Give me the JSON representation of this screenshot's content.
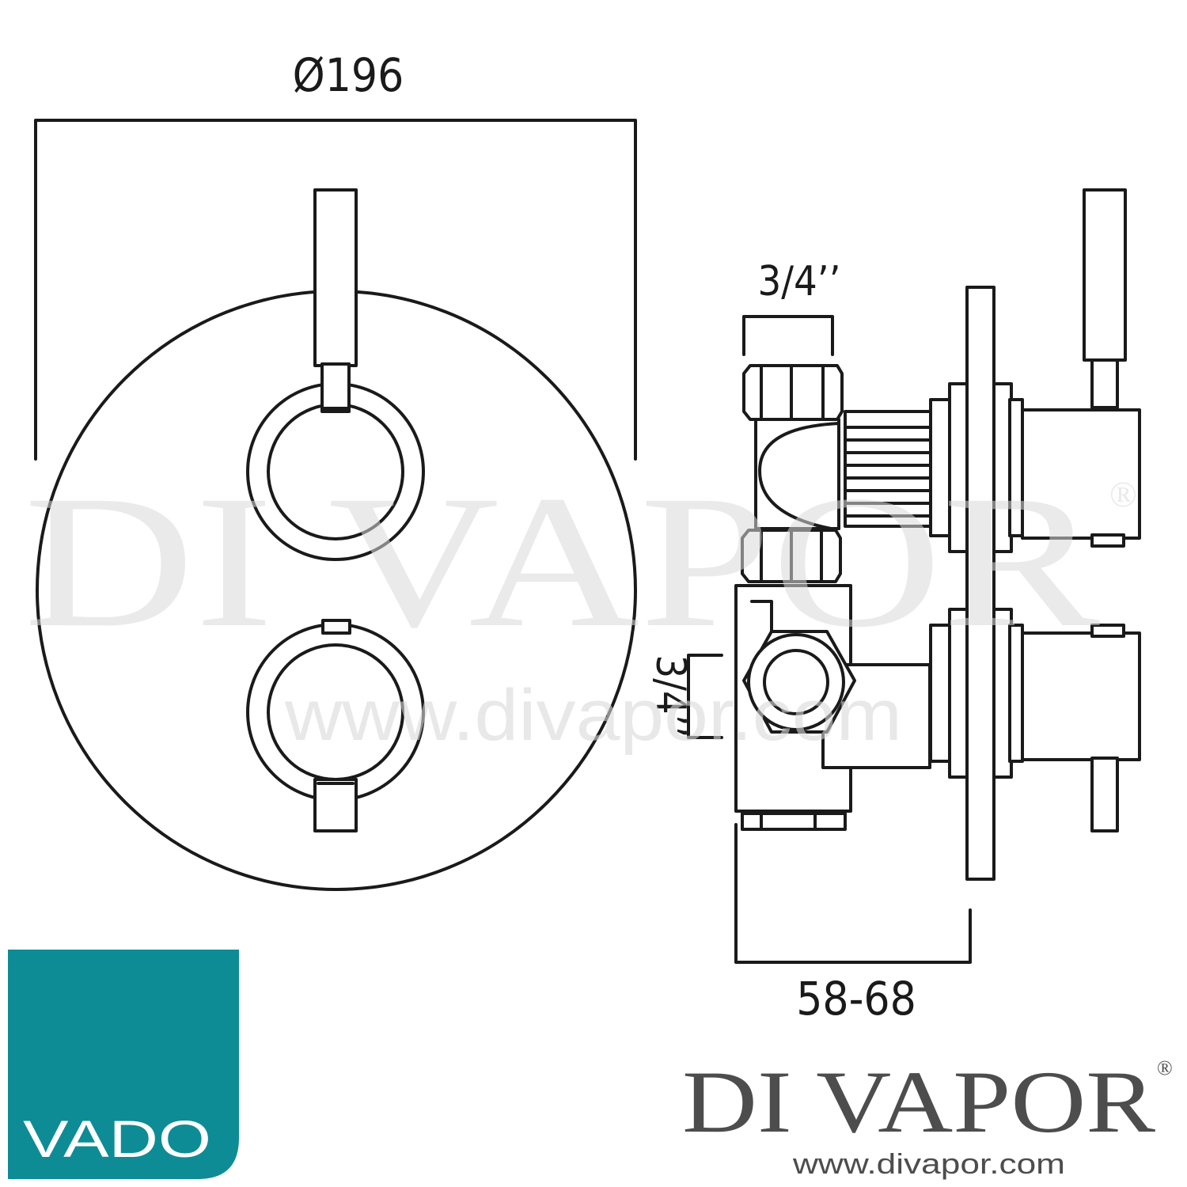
{
  "dimensions": {
    "diameter": "Ø196",
    "top_inlet": "3/4’’",
    "side_inlet": "3/4’’",
    "depth_range": "58-68"
  },
  "watermark": {
    "brand": "DI VAPOR",
    "registered": "®",
    "url": "www.divapor.com"
  },
  "manufacturer_logo": {
    "text": "VADO",
    "color": "#0e8c95"
  },
  "brand_mark": {
    "name": "DI VAPOR",
    "registered": "®",
    "url": "www.divapor.com"
  },
  "colors": {
    "line": "#1a1a1a",
    "watermark": "#d9d9d9",
    "brand_text": "#4d4d4d"
  }
}
